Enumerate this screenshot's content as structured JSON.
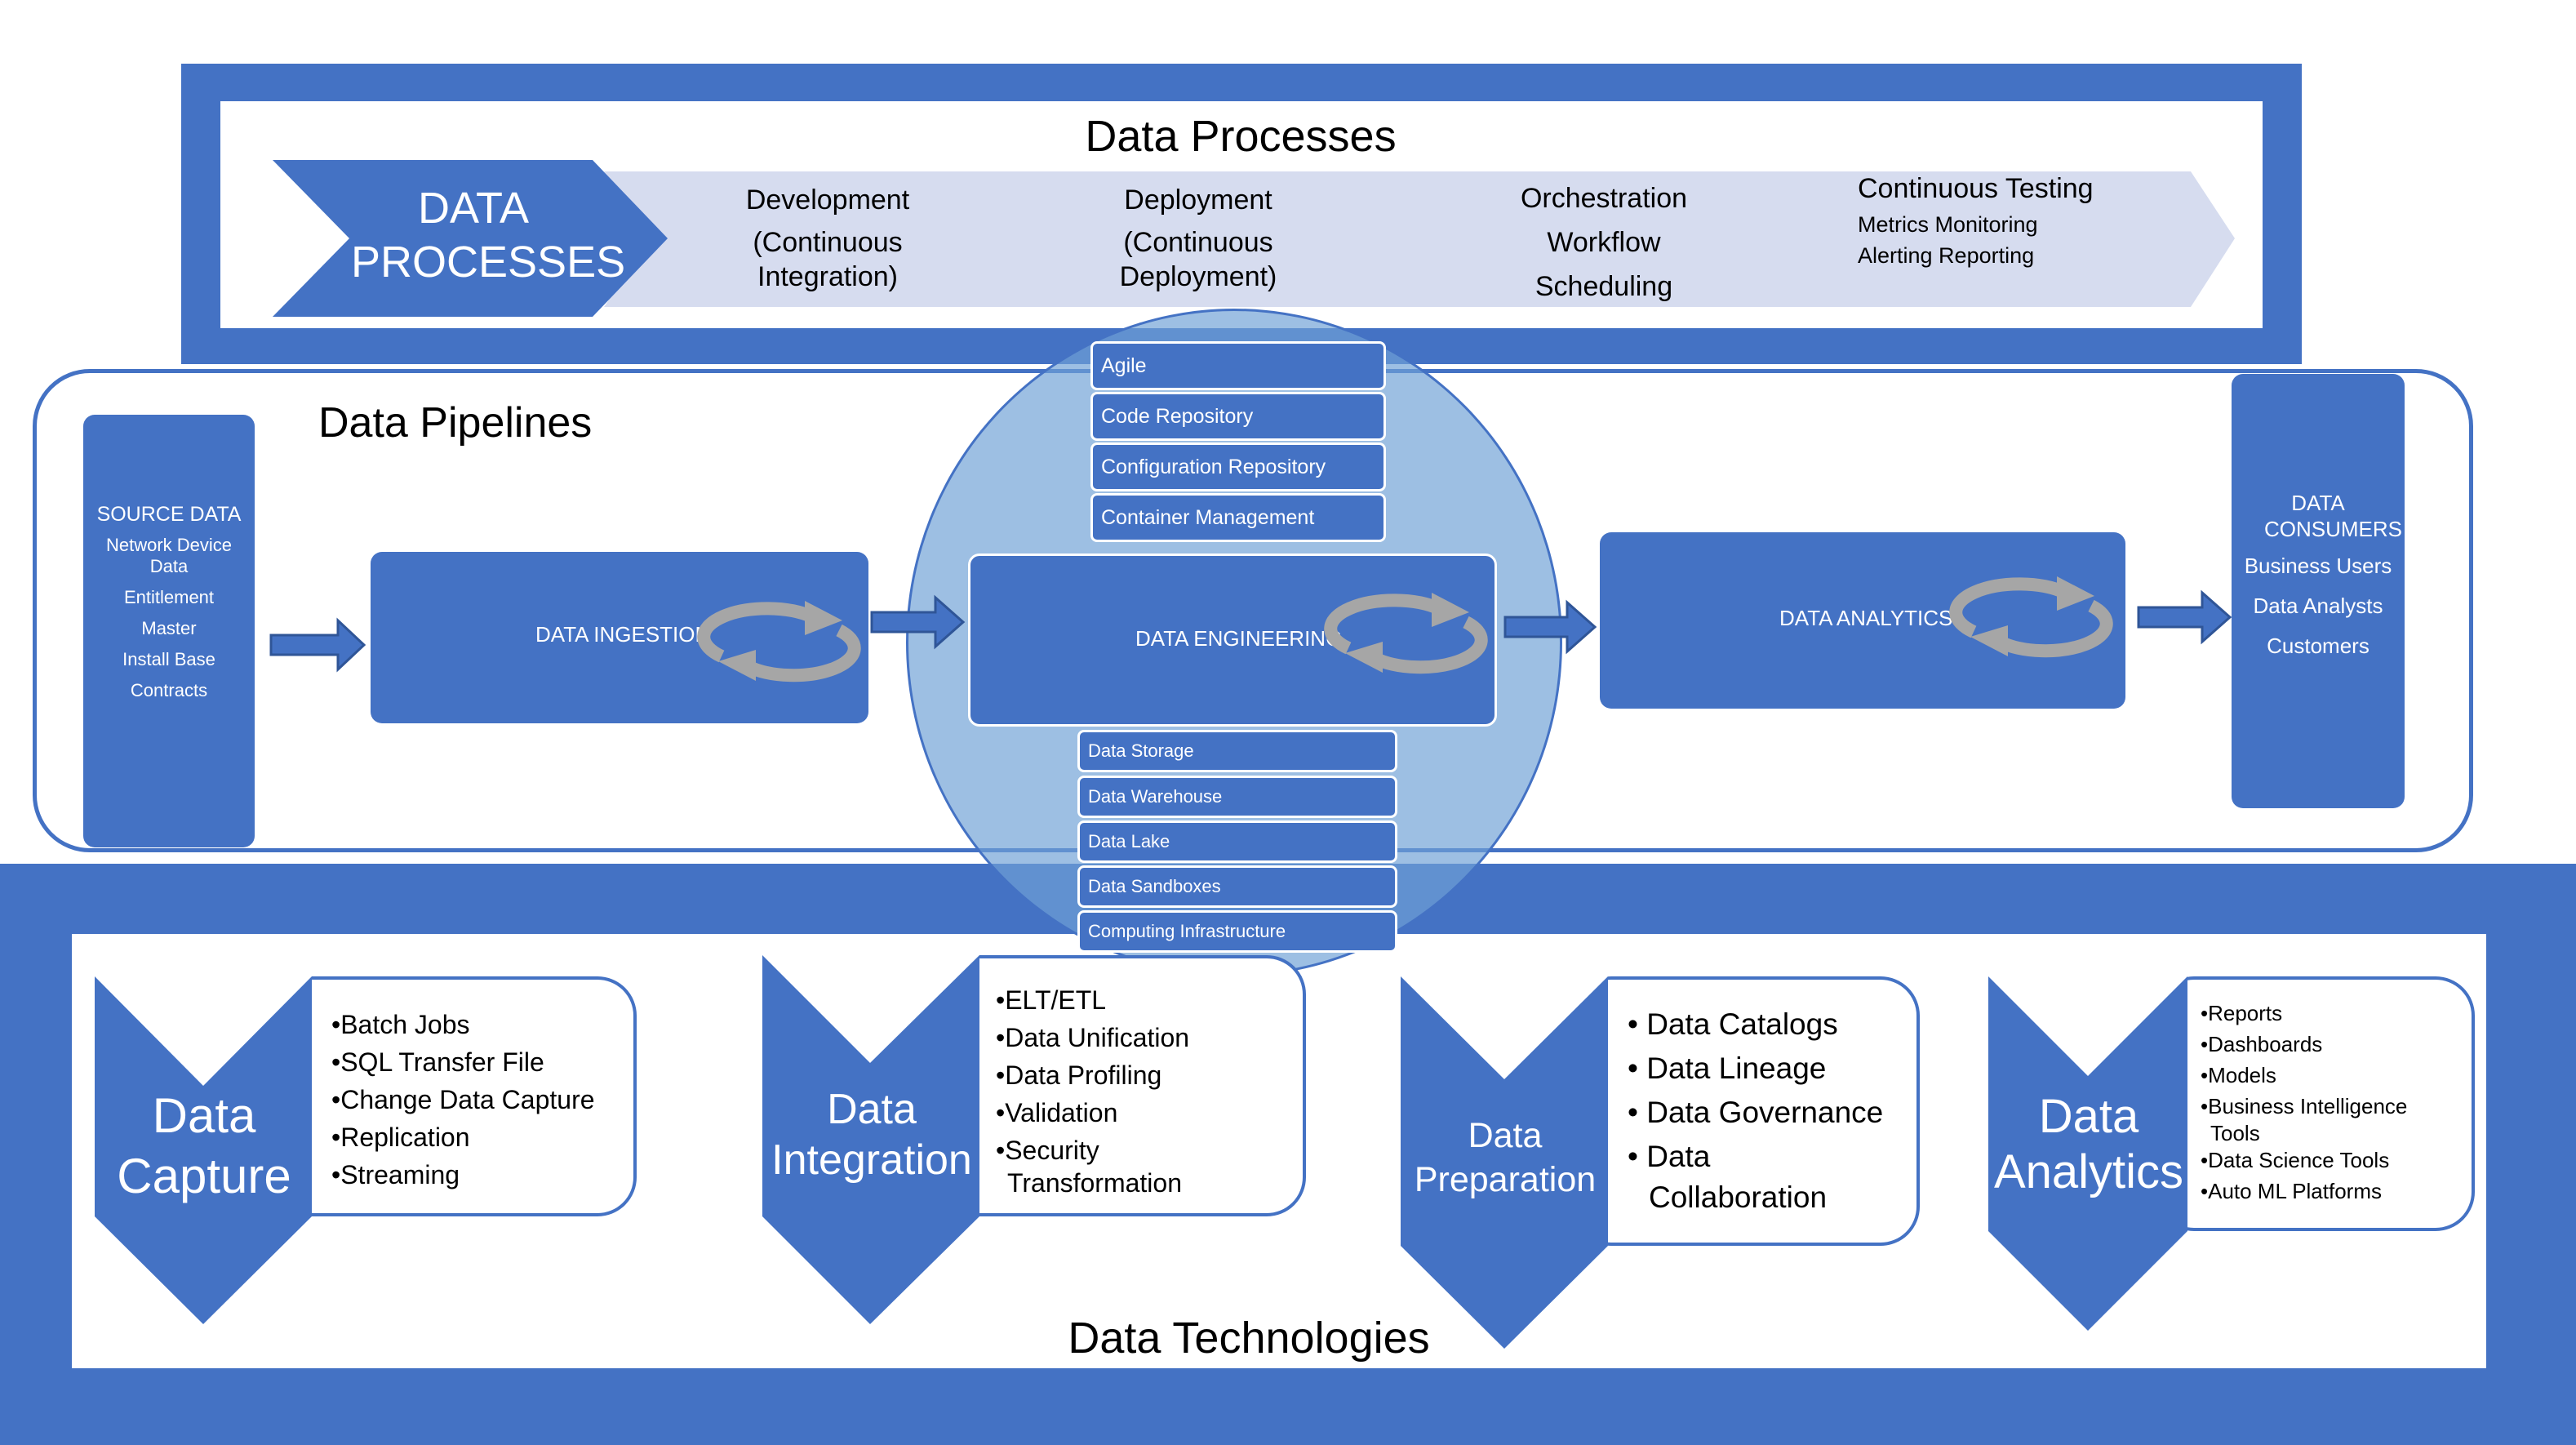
{
  "data_processes": {
    "title": "Data Processes",
    "main_chevron": [
      "DATA",
      "PROCESSES"
    ],
    "steps": [
      {
        "lines": [
          "Development",
          "(Continuous",
          "Integration)"
        ]
      },
      {
        "lines": [
          "Deployment",
          "(Continuous",
          "Deployment)"
        ]
      },
      {
        "lines": [
          "Orchestration",
          "Workflow",
          "Scheduling"
        ]
      },
      {
        "heading": "Continuous Testing",
        "lines": [
          "Metrics  Monitoring",
          "Alerting Reporting"
        ]
      }
    ]
  },
  "data_pipelines": {
    "title": "Data Pipelines",
    "source": {
      "heading": "SOURCE DATA",
      "items": [
        "Network Device Data",
        "Entitlement",
        "Master",
        "Install Base",
        "Contracts"
      ]
    },
    "ingestion": "DATA INGESTION",
    "engineering": "DATA ENGINEERING",
    "analytics": "DATA ANALYTICS",
    "consumers": {
      "heading": "DATA CONSUMERS",
      "items": [
        "Business Users",
        "Data Analysts",
        "Customers"
      ]
    },
    "devops_items": [
      "Agile",
      "Code Repository",
      "Configuration Repository",
      "Container Management"
    ],
    "storage_items": [
      "Data Storage",
      "Data Warehouse",
      "Data Lake",
      "Data Sandboxes",
      "Computing Infrastructure"
    ]
  },
  "data_technologies": {
    "title": "Data Technologies",
    "groups": [
      {
        "title": [
          "Data",
          "Capture"
        ],
        "items": [
          "•Batch Jobs",
          "•SQL Transfer File",
          "•Change Data Capture",
          "•Replication",
          "•Streaming"
        ]
      },
      {
        "title": [
          "Data",
          "Integration"
        ],
        "items": [
          "•ELT/ETL",
          "•Data Unification",
          "•Data Profiling",
          "•Validation",
          "•Security",
          "Transformation"
        ]
      },
      {
        "title": [
          "Data",
          "Preparation"
        ],
        "items": [
          "• Data Catalogs",
          "• Data Lineage",
          "• Data Governance",
          "• Data",
          "Collaboration"
        ]
      },
      {
        "title": [
          "Data",
          "Analytics"
        ],
        "items": [
          "•Reports",
          "•Dashboards",
          "•Models",
          "•Business Intelligence",
          "Tools",
          "•Data Science Tools",
          "•Auto ML Platforms"
        ]
      }
    ]
  },
  "colors": {
    "primary": "#4472c4",
    "chevron_light": "#d6dcef",
    "circle": "#6fa0d6",
    "cycle_icon": "#a6a6a6"
  }
}
